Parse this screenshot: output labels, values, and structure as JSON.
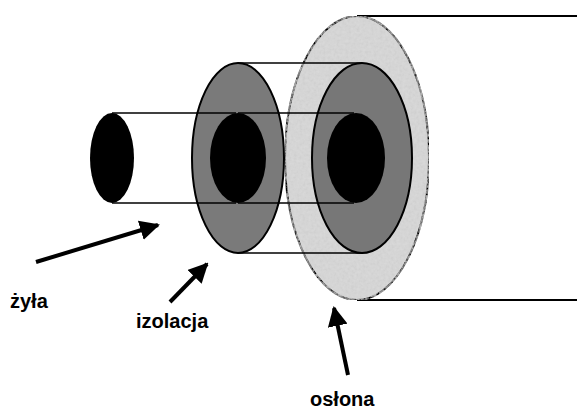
{
  "diagram": {
    "labels": [
      "żyła",
      "izolacja",
      "osłona"
    ]
  }
}
